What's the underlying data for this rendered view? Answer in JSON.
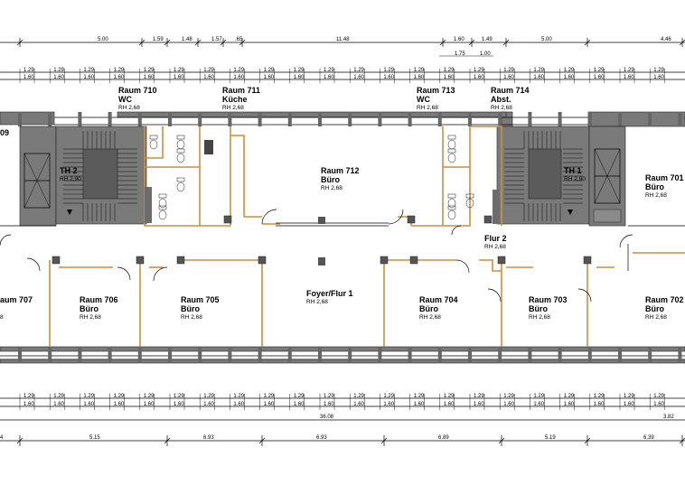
{
  "dimensions": {
    "top_row": [
      "5.00",
      "1.59",
      "1.48",
      "1.57",
      ".65",
      "11.48",
      "1.60",
      "1.49",
      "5.00",
      "4.46"
    ],
    "top_sub": [
      "1.75",
      "1.00"
    ],
    "grid_top_a": "1.29",
    "grid_top_b": "1.60",
    "grid_bottom_a": "1.29",
    "grid_bottom_b": "1.60",
    "overall": "36.08",
    "overall_right": "3.82",
    "bottom_row": [
      "4",
      "5.15",
      "6.93",
      "6.93",
      "6.89",
      "5.19",
      "6.39"
    ]
  },
  "rooms": [
    {
      "id": "raum-710",
      "name": "Raum 710",
      "use": "WC",
      "rh": "RH 2,68"
    },
    {
      "id": "raum-711",
      "name": "Raum 711",
      "use": "Küche",
      "rh": "RH 2,68"
    },
    {
      "id": "raum-713",
      "name": "Raum 713",
      "use": "WC",
      "rh": "RH 2,68"
    },
    {
      "id": "raum-714",
      "name": "Raum 714",
      "use": "Abst.",
      "rh": "RH 2,68"
    },
    {
      "id": "raum-712",
      "name": "Raum 712",
      "use": "Büro",
      "rh": "RH 2,68"
    },
    {
      "id": "raum-701",
      "name": "Raum 701",
      "use": "Büro",
      "rh": "RH 2,68"
    },
    {
      "id": "th-2",
      "name": "TH 2",
      "use": "",
      "rh": "RH 2,90"
    },
    {
      "id": "th-1",
      "name": "TH 1",
      "use": "",
      "rh": "RH 2,90"
    },
    {
      "id": "flur-2",
      "name": "Flur 2",
      "use": "",
      "rh": "RH 2,68"
    },
    {
      "id": "foyer",
      "name": "Foyer/Flur 1",
      "use": "",
      "rh": "RH 2,68"
    },
    {
      "id": "raum-707",
      "name": "aum 707",
      "use": "",
      "rh": "8"
    },
    {
      "id": "raum-706",
      "name": "Raum 706",
      "use": "Büro",
      "rh": "RH 2,68"
    },
    {
      "id": "raum-705",
      "name": "Raum 705",
      "use": "Büro",
      "rh": "RH 2,68"
    },
    {
      "id": "raum-704",
      "name": "Raum 704",
      "use": "Büro",
      "rh": "RH 2,68"
    },
    {
      "id": "raum-703",
      "name": "Raum 703",
      "use": "Büro",
      "rh": "RH 2,68"
    },
    {
      "id": "raum-702",
      "name": "Raum 702",
      "use": "Büro",
      "rh": "RH 2,68"
    }
  ],
  "edge_label_left": "09"
}
